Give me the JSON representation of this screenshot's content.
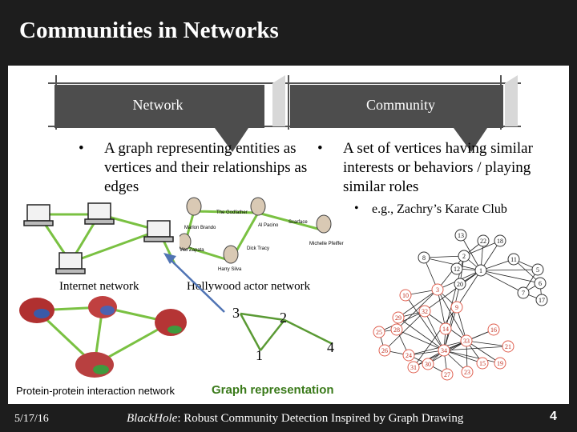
{
  "slide": {
    "title": "Communities in Networks",
    "network_tab": "Network",
    "community_tab": "Community",
    "network_bullet": "A graph representing entities as vertices and their relationships as edges",
    "community_bullet": "A set of vertices having similar interests or behaviors / playing similar roles",
    "community_sub_bullet": "e.g., Zachry’s Karate Club",
    "bullet_symbol": "•"
  },
  "images": {
    "internet_label": "Internet network",
    "hollywood_label": "Hollywood actor network",
    "protein_label": "Protein-protein interaction network",
    "graph_label": "Graph representation",
    "actors": [
      "The Godfather",
      "Marlon Brando",
      "Al Pacino",
      "Scarface",
      "Vito Zapata",
      "Dick Tracy",
      "Harry Silva",
      "Michelle Pfeiffer"
    ]
  },
  "graph": {
    "nodes": [
      "3",
      "2",
      "1",
      "4"
    ]
  },
  "karate": {
    "nodes": [
      "13",
      "22",
      "18",
      "8",
      "2",
      "11",
      "12",
      "1",
      "5",
      "6",
      "7",
      "17",
      "20",
      "3",
      "10",
      "32",
      "9",
      "29",
      "28",
      "14",
      "16",
      "25",
      "26",
      "33",
      "34",
      "21",
      "24",
      "31",
      "30",
      "27",
      "23",
      "15",
      "19"
    ]
  },
  "footer": {
    "date": "5/17/16",
    "title_italic": "BlackHole",
    "title_rest": ": Robust Community Detection Inspired by Graph Drawing",
    "page": "4"
  },
  "colors": {
    "background": "#1d1d1d",
    "tab": "#4d4d4d",
    "network_edge": "#7ac142",
    "graph_edge": "#5a9a34",
    "graph_label": "#3a7a1a",
    "arrow": "#5074b4",
    "karate_node": "#e06050"
  }
}
